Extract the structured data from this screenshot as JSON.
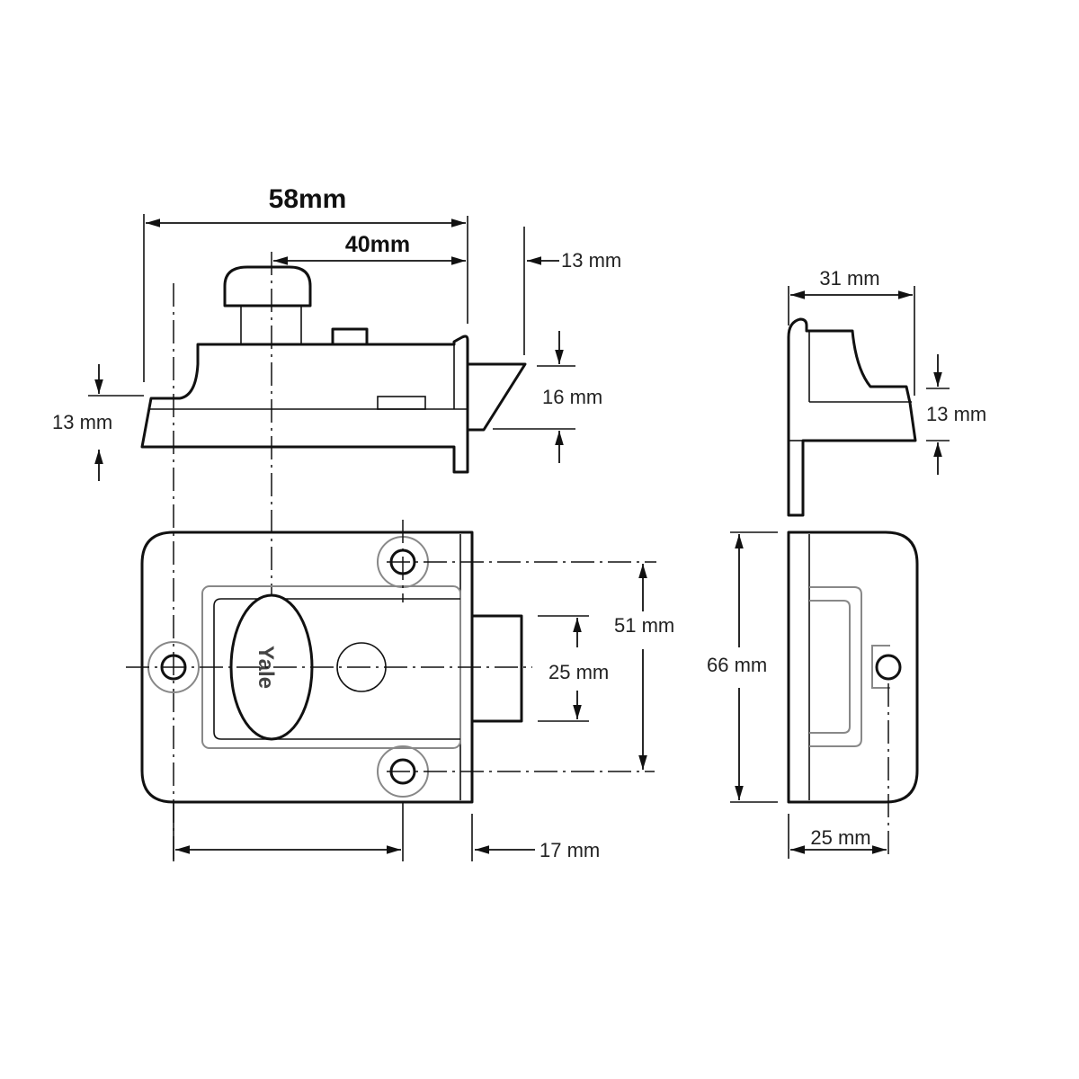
{
  "drawing": {
    "logo_text": "Yale",
    "dimensions": {
      "overall_length": "58mm",
      "knob_to_front": "40mm",
      "bolt_throw": "13 mm",
      "bolt_height": "16 mm",
      "flange_thickness": "13 mm",
      "screw_spacing": "51 mm",
      "bolt_width": "25 mm",
      "front_plate_depth": "17 mm",
      "keeper_depth": "31 mm",
      "keeper_flange": "13 mm",
      "keeper_height": "66 mm",
      "keeper_width": "25 mm"
    }
  }
}
